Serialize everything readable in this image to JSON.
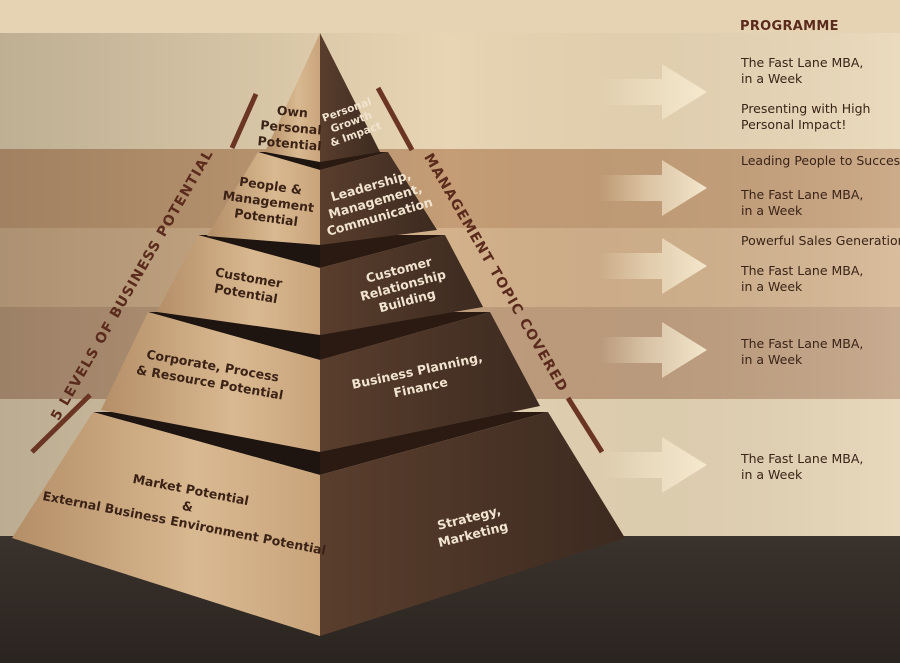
{
  "programme": {
    "header": "PROGRAMME",
    "rows": [
      {
        "items": [
          [
            "The Fast Lane MBA,",
            "in a Week"
          ],
          [
            "Presenting with High",
            "Personal Impact!"
          ]
        ]
      },
      {
        "items": [
          [
            "Leading People to Success"
          ],
          [
            "The Fast Lane MBA,",
            "in a Week"
          ]
        ]
      },
      {
        "items": [
          [
            "Powerful Sales Generation"
          ],
          [
            "The Fast Lane MBA,",
            "in a Week"
          ]
        ]
      },
      {
        "items": [
          [
            "The Fast Lane MBA,",
            "in a Week"
          ]
        ]
      },
      {
        "items": [
          [
            "The Fast Lane MBA,",
            "in a Week"
          ]
        ]
      }
    ]
  },
  "pyramid": {
    "left_axis_title": "5 LEVELS OF BUSINESS POTENTIAL",
    "right_axis_title": "MANAGEMENT TOPIC COVERED",
    "levels": [
      {
        "potential": [
          "Own",
          "Personal",
          "Potential"
        ],
        "topic": [
          "Personal",
          "Growth",
          "& Impact"
        ]
      },
      {
        "potential": [
          "People &",
          "Management",
          "Potential"
        ],
        "topic": [
          "Leadership,",
          "Management,",
          "Communication"
        ]
      },
      {
        "potential": [
          "Customer",
          "Potential"
        ],
        "topic": [
          "Customer",
          "Relationship",
          "Building"
        ]
      },
      {
        "potential": [
          "Corporate, Process",
          "& Resource Potential"
        ],
        "topic": [
          "Business Planning,",
          "Finance"
        ]
      },
      {
        "potential": [
          "Market Potential",
          "&",
          "External Business Environment Potential"
        ],
        "topic": [
          "Strategy,",
          "Marketing"
        ]
      }
    ]
  },
  "colors": {
    "band_light": "#e9d9bc",
    "band_mid": "#c9a37d",
    "pyramid_light": "#d4b28a",
    "pyramid_dark": "#4a3326",
    "header_text": "#5a2a1c",
    "arrow": "#f0e2c4"
  }
}
